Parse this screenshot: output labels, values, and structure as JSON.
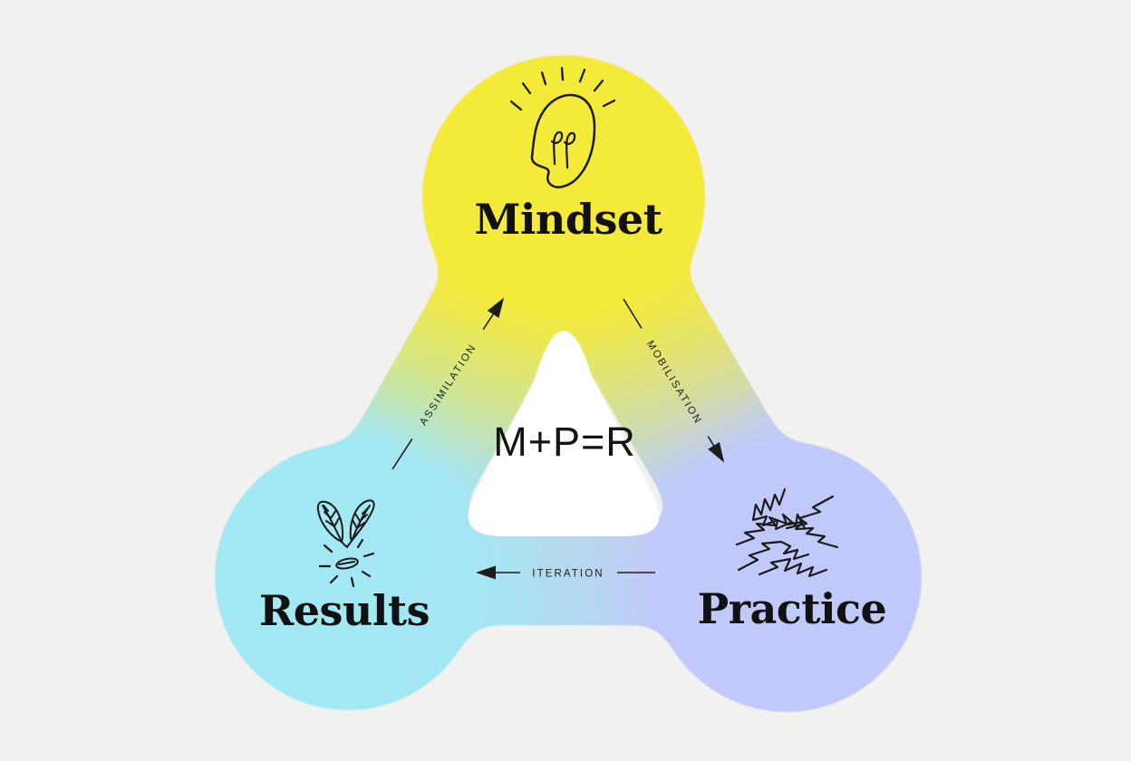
{
  "background_color": "#f1f1ef",
  "diagram": {
    "center_formula": "M+P=R",
    "center_shape_color": "#ffffff",
    "nodes": [
      {
        "id": "mindset",
        "label": "Mindset",
        "color": "#f4ea39",
        "icon": "head-idea-icon"
      },
      {
        "id": "results",
        "label": "Results",
        "color": "#a2e9f3",
        "icon": "sprouting-seed-icon"
      },
      {
        "id": "practice",
        "label": "Practice",
        "color": "#c1c9fa",
        "icon": "hands-together-icon"
      }
    ],
    "edges": [
      {
        "label": "ASSIMILATION",
        "from": "results",
        "to": "mindset"
      },
      {
        "label": "MOBILISATION",
        "from": "mindset",
        "to": "practice"
      },
      {
        "label": "ITERATION",
        "from": "practice",
        "to": "results"
      }
    ]
  }
}
